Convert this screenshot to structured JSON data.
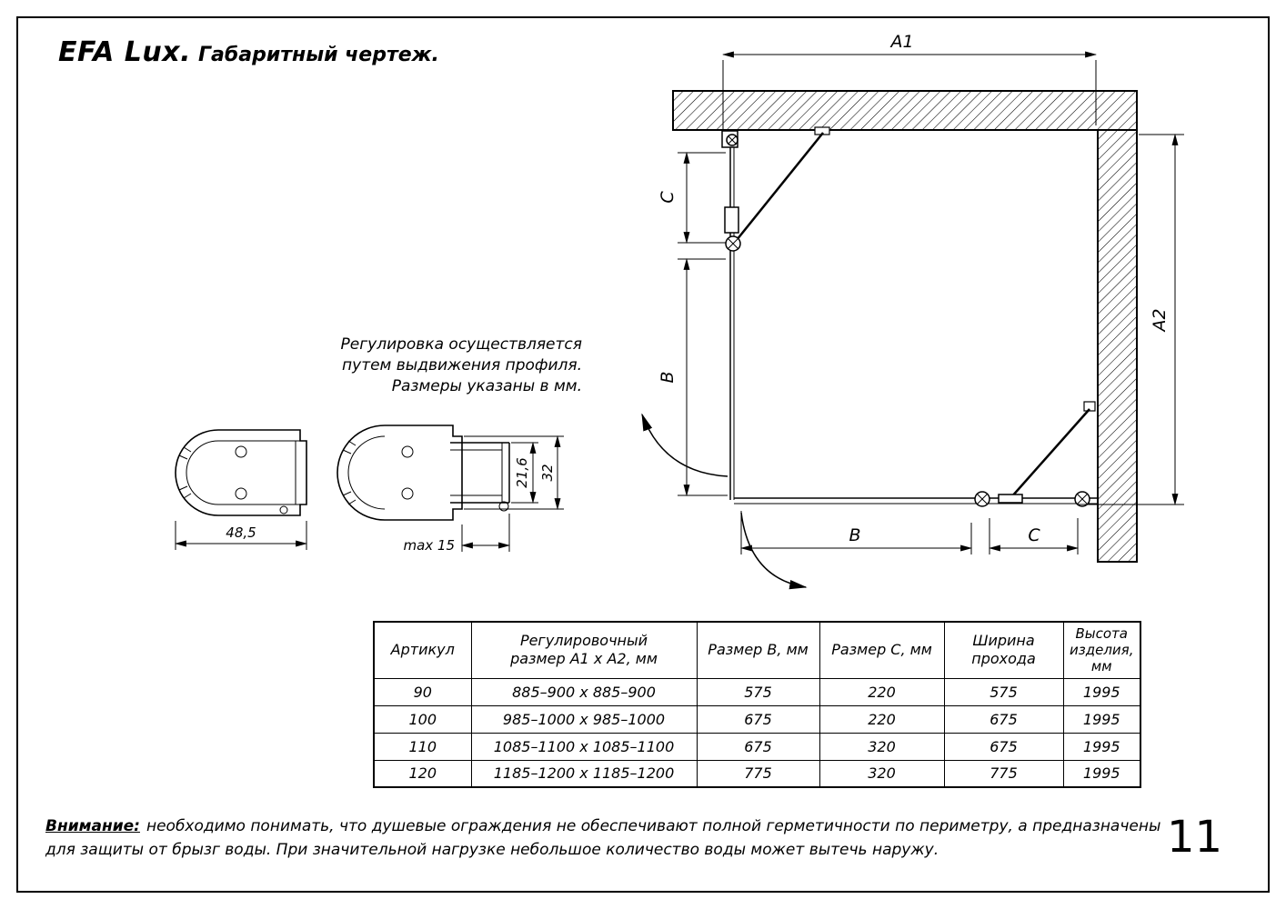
{
  "header": {
    "brand": "EFA Lux.",
    "subtitle": "Габаритный чертеж."
  },
  "note": {
    "line1": "Регулировка осуществляется",
    "line2": "путем выдвижения профиля.",
    "line3": "Размеры указаны в мм."
  },
  "plan": {
    "a1": "A1",
    "a2": "A2",
    "c_left": "C",
    "b_left": "B",
    "b_bottom": "B",
    "c_bottom": "C"
  },
  "profiles": {
    "width_left": "48,5",
    "max_offset": "max 15",
    "height_inner": "21,6",
    "height_outer": "32"
  },
  "table": {
    "headers": [
      "Артикул",
      "Регулировочный\nразмер A1 x A2, мм",
      "Размер B, мм",
      "Размер C, мм",
      "Ширина\nпрохода",
      "Высота\nизделия,\nмм"
    ],
    "rows": [
      [
        "90",
        "885–900 x 885–900",
        "575",
        "220",
        "575",
        "1995"
      ],
      [
        "100",
        "985–1000 x 985–1000",
        "675",
        "220",
        "675",
        "1995"
      ],
      [
        "110",
        "1085–1100 x 1085–1100",
        "675",
        "320",
        "675",
        "1995"
      ],
      [
        "120",
        "1185–1200 x 1185–1200",
        "775",
        "320",
        "775",
        "1995"
      ]
    ]
  },
  "warning": {
    "label": "Внимание:",
    "line1": "необходимо понимать, что душевые ограждения не обеспечивают полной герметичности по периметру, а предназначены",
    "line2": "для защиты от брызг воды. При значительной нагрузке небольшое количество воды может вытечь наружу."
  },
  "footer": {
    "page_number": "11"
  }
}
